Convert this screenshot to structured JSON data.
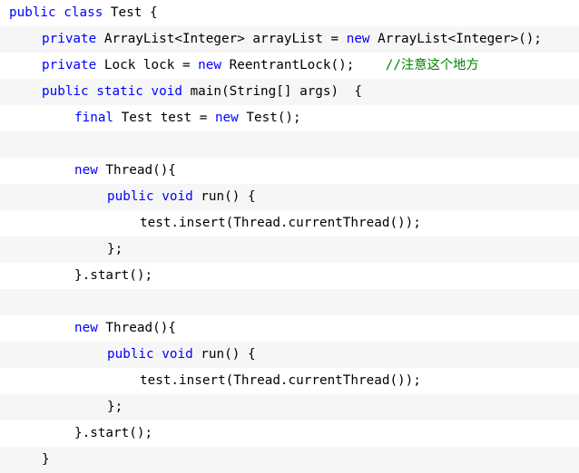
{
  "code": {
    "colors": {
      "keyword": "#0000ff",
      "comment": "#008000",
      "text": "#000000",
      "shaded_row": "#f6f6f6",
      "background": "#ffffff"
    },
    "lines": [
      {
        "indent": 0,
        "tokens": [
          {
            "t": "kw",
            "v": "public"
          },
          {
            "t": "tx",
            "v": " "
          },
          {
            "t": "kw",
            "v": "class"
          },
          {
            "t": "tx",
            "v": " Test {"
          }
        ]
      },
      {
        "indent": 1,
        "tokens": [
          {
            "t": "kw",
            "v": "private"
          },
          {
            "t": "tx",
            "v": " ArrayList<Integer> arrayList = "
          },
          {
            "t": "kw",
            "v": "new"
          },
          {
            "t": "tx",
            "v": " ArrayList<Integer>();"
          }
        ]
      },
      {
        "indent": 1,
        "tokens": [
          {
            "t": "kw",
            "v": "private"
          },
          {
            "t": "tx",
            "v": " Lock lock = "
          },
          {
            "t": "kw",
            "v": "new"
          },
          {
            "t": "tx",
            "v": " ReentrantLock();    "
          },
          {
            "t": "cm",
            "v": "//注意这个地方"
          }
        ]
      },
      {
        "indent": 1,
        "tokens": [
          {
            "t": "kw",
            "v": "public"
          },
          {
            "t": "tx",
            "v": " "
          },
          {
            "t": "kw",
            "v": "static"
          },
          {
            "t": "tx",
            "v": " "
          },
          {
            "t": "kw",
            "v": "void"
          },
          {
            "t": "tx",
            "v": " main(String[] args)  {"
          }
        ]
      },
      {
        "indent": 2,
        "tokens": [
          {
            "t": "kw",
            "v": "final"
          },
          {
            "t": "tx",
            "v": " Test test = "
          },
          {
            "t": "kw",
            "v": "new"
          },
          {
            "t": "tx",
            "v": " Test();"
          }
        ]
      },
      {
        "indent": 0,
        "tokens": []
      },
      {
        "indent": 2,
        "tokens": [
          {
            "t": "kw",
            "v": "new"
          },
          {
            "t": "tx",
            "v": " Thread(){"
          }
        ]
      },
      {
        "indent": 3,
        "tokens": [
          {
            "t": "kw",
            "v": "public"
          },
          {
            "t": "tx",
            "v": " "
          },
          {
            "t": "kw",
            "v": "void"
          },
          {
            "t": "tx",
            "v": " run() {"
          }
        ]
      },
      {
        "indent": 4,
        "tokens": [
          {
            "t": "tx",
            "v": "test.insert(Thread.currentThread());"
          }
        ]
      },
      {
        "indent": 3,
        "tokens": [
          {
            "t": "tx",
            "v": "};"
          }
        ]
      },
      {
        "indent": 2,
        "tokens": [
          {
            "t": "tx",
            "v": "}.start();"
          }
        ]
      },
      {
        "indent": 0,
        "tokens": []
      },
      {
        "indent": 2,
        "tokens": [
          {
            "t": "kw",
            "v": "new"
          },
          {
            "t": "tx",
            "v": " Thread(){"
          }
        ]
      },
      {
        "indent": 3,
        "tokens": [
          {
            "t": "kw",
            "v": "public"
          },
          {
            "t": "tx",
            "v": " "
          },
          {
            "t": "kw",
            "v": "void"
          },
          {
            "t": "tx",
            "v": " run() {"
          }
        ]
      },
      {
        "indent": 4,
        "tokens": [
          {
            "t": "tx",
            "v": "test.insert(Thread.currentThread());"
          }
        ]
      },
      {
        "indent": 3,
        "tokens": [
          {
            "t": "tx",
            "v": "};"
          }
        ]
      },
      {
        "indent": 2,
        "tokens": [
          {
            "t": "tx",
            "v": "}.start();"
          }
        ]
      },
      {
        "indent": 1,
        "tokens": [
          {
            "t": "tx",
            "v": "}"
          }
        ]
      }
    ]
  }
}
